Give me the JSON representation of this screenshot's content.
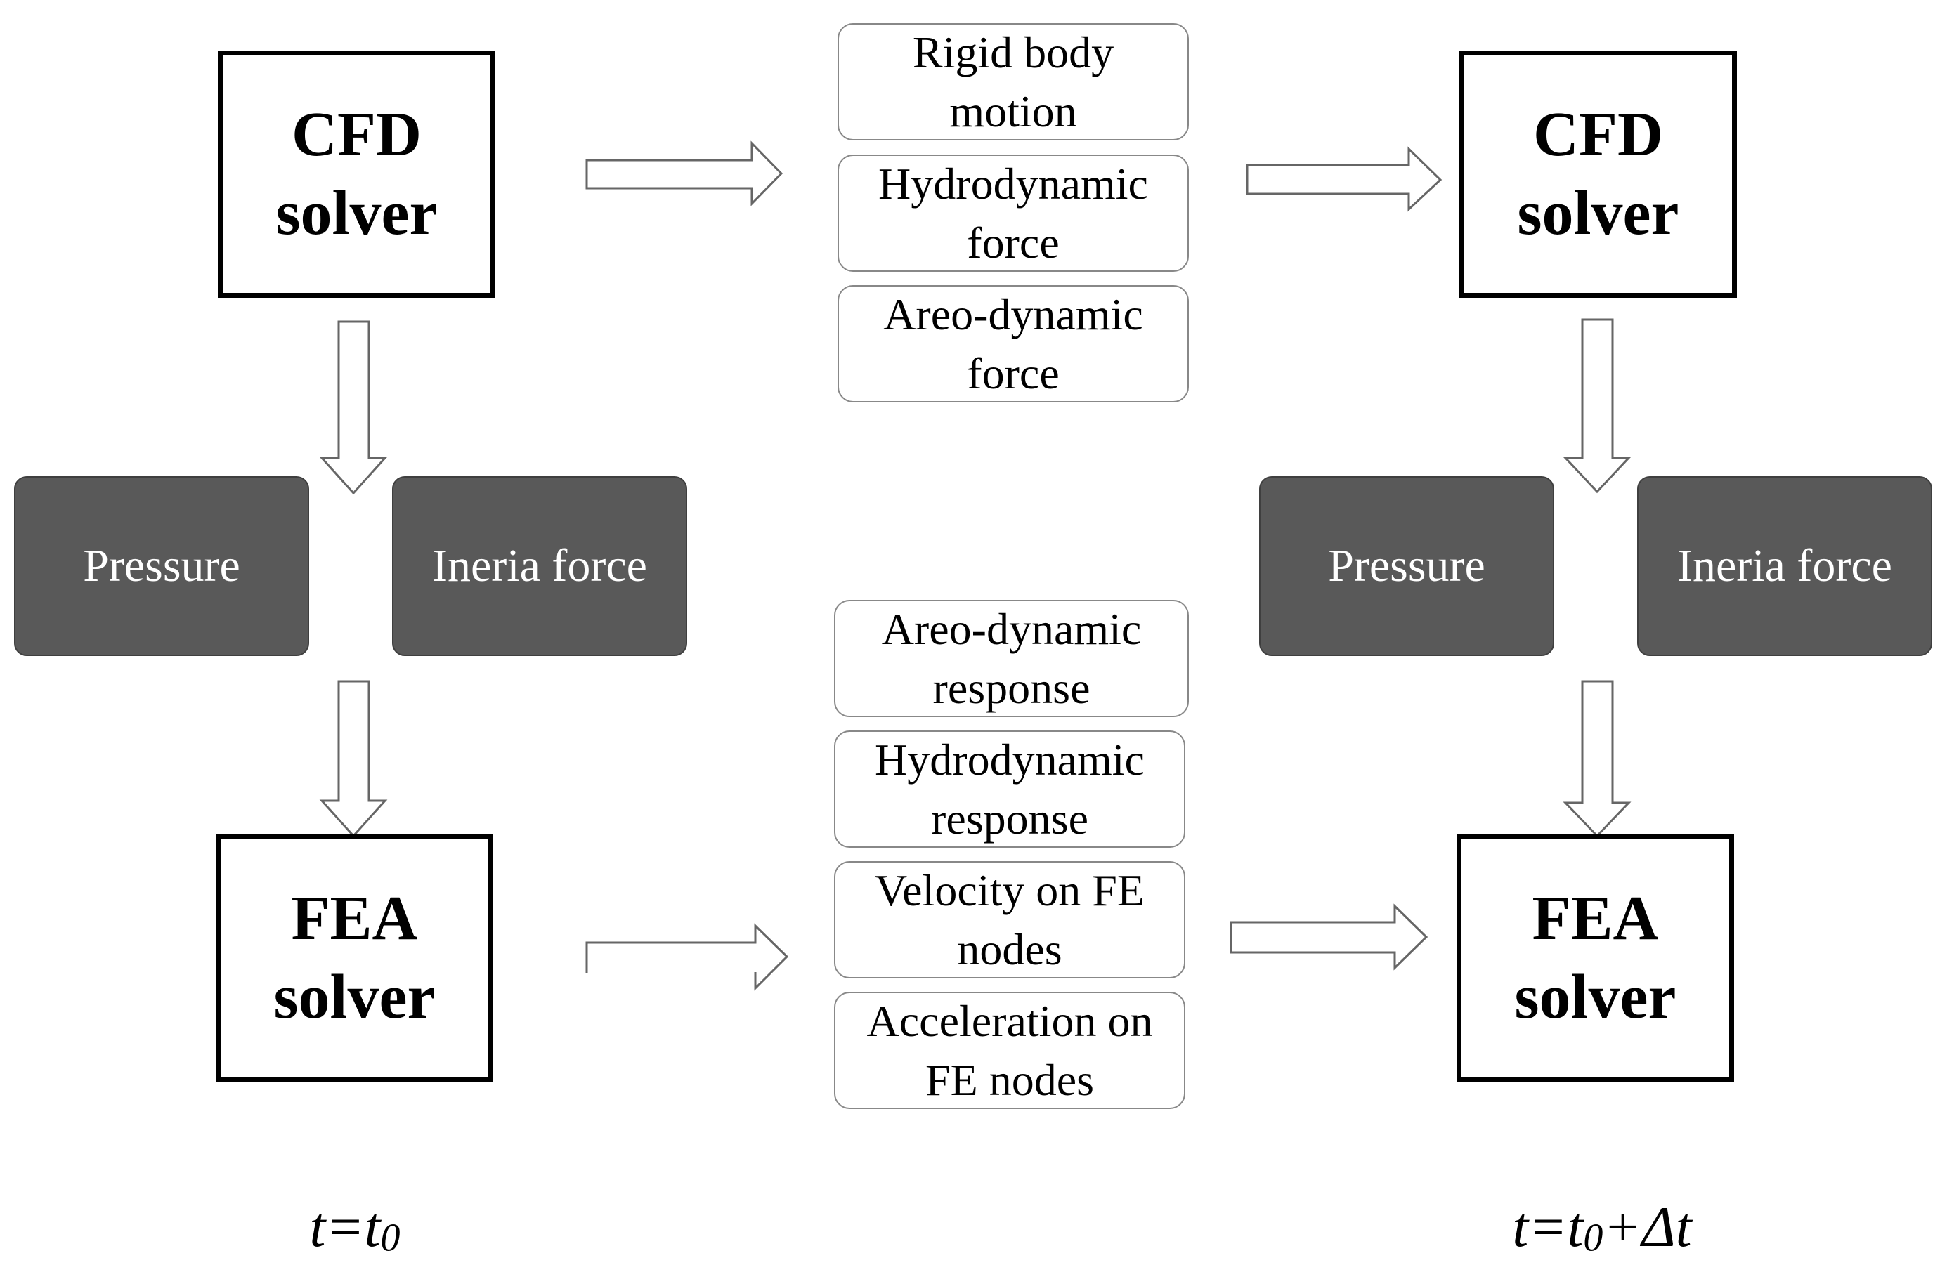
{
  "left": {
    "cfd": {
      "line1": "CFD",
      "line2": "solver"
    },
    "pressure": "Pressure",
    "inertia": "Ineria force",
    "fea": {
      "line1": "FEA",
      "line2": "solver"
    },
    "time": {
      "main": "t=t",
      "sub": "0",
      "suffix": ""
    }
  },
  "right": {
    "cfd": {
      "line1": "CFD",
      "line2": "solver"
    },
    "pressure": "Pressure",
    "inertia": "Ineria force",
    "fea": {
      "line1": "FEA",
      "line2": "solver"
    },
    "time": {
      "main": "t=t",
      "sub": "0",
      "suffix": "+Δt"
    }
  },
  "top_exchange": [
    {
      "line1": "Rigid body",
      "line2": "motion"
    },
    {
      "line1": "Hydrodynamic",
      "line2": "force"
    },
    {
      "line1": "Areo-dynamic",
      "line2": "force"
    }
  ],
  "bottom_exchange": [
    {
      "line1": "Areo-dynamic",
      "line2": "response"
    },
    {
      "line1": "Hydrodynamic",
      "line2": "response"
    },
    {
      "line1": "Velocity on FE",
      "line2": "nodes"
    },
    {
      "line1": "Acceleration on",
      "line2": "FE nodes"
    }
  ],
  "colors": {
    "dark_box": "#595959",
    "arrow_outline": "#666666",
    "border": "#000000"
  }
}
